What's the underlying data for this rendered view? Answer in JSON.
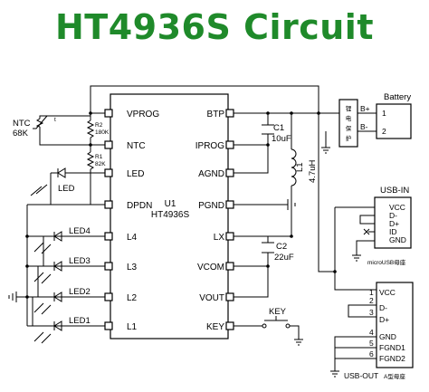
{
  "title": "HT4936S Circuit",
  "title_color": "#1f8a2a",
  "ic": {
    "ref": "U1",
    "part": "HT4936S",
    "pins_left": [
      "VPROG",
      "NTC",
      "LED",
      "DPDN",
      "L4",
      "L3",
      "L2",
      "L1"
    ],
    "pins_right": [
      "BTP",
      "IPROG",
      "AGND",
      "PGND",
      "LX",
      "VCOM",
      "VOUT",
      "KEY"
    ]
  },
  "components": {
    "ntc_label": "NTC",
    "ntc_value": "68K",
    "ntc_symbol": "t",
    "r2_ref": "R2",
    "r2_value": "180K",
    "r1_ref": "R1",
    "r1_value": "82K",
    "c1_ref": "C1",
    "c1_value": "10uF",
    "l1_ref": "L1",
    "l1_value": "4.7uH",
    "c2_ref": "C2",
    "c2_value": "22uF",
    "key_label": "KEY",
    "protect_chars": [
      "锂",
      "电",
      "保",
      "护"
    ]
  },
  "leds": {
    "led": "LED",
    "led4": "LED4",
    "led3": "LED3",
    "led2": "LED2",
    "led1": "LED1"
  },
  "battery": {
    "title": "Battery",
    "plus": "B+",
    "minus": "B-",
    "pin1": "1",
    "pin2": "2"
  },
  "usb_in": {
    "title": "USB-IN",
    "pins": [
      "VCC",
      "D-",
      "D+",
      "ID",
      "GND"
    ],
    "caption": "microUSB母座"
  },
  "usb_out": {
    "title": "USB-OUT",
    "caption_suffix": "A型母座",
    "pins": [
      "VCC",
      "D-",
      "D+",
      "GND",
      "FGND1",
      "FGND2"
    ],
    "numbers": [
      "1",
      "2",
      "3",
      "4",
      "5",
      "6"
    ]
  }
}
